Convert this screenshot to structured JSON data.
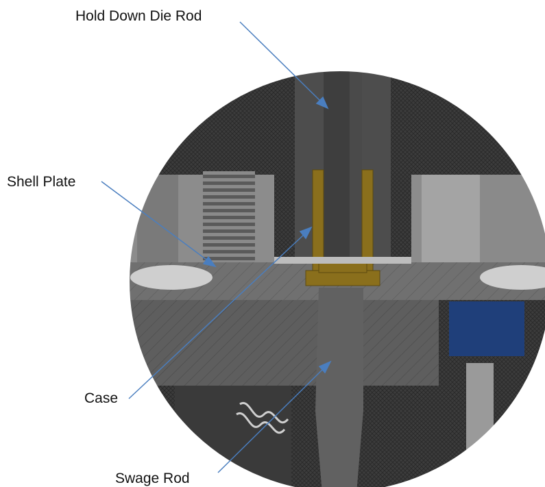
{
  "labels": {
    "hold_down_die_rod": "Hold Down Die Rod",
    "shell_plate": "Shell Plate",
    "case": "Case",
    "swage_rod": "Swage Rod"
  },
  "colors": {
    "leader_line": "#4a7ebf",
    "brass_case": "#8a6f1c",
    "knurl_dark": "#3a3a3a",
    "section_gray": "#6d6d6d",
    "blue_part": "#1f3f7a"
  }
}
